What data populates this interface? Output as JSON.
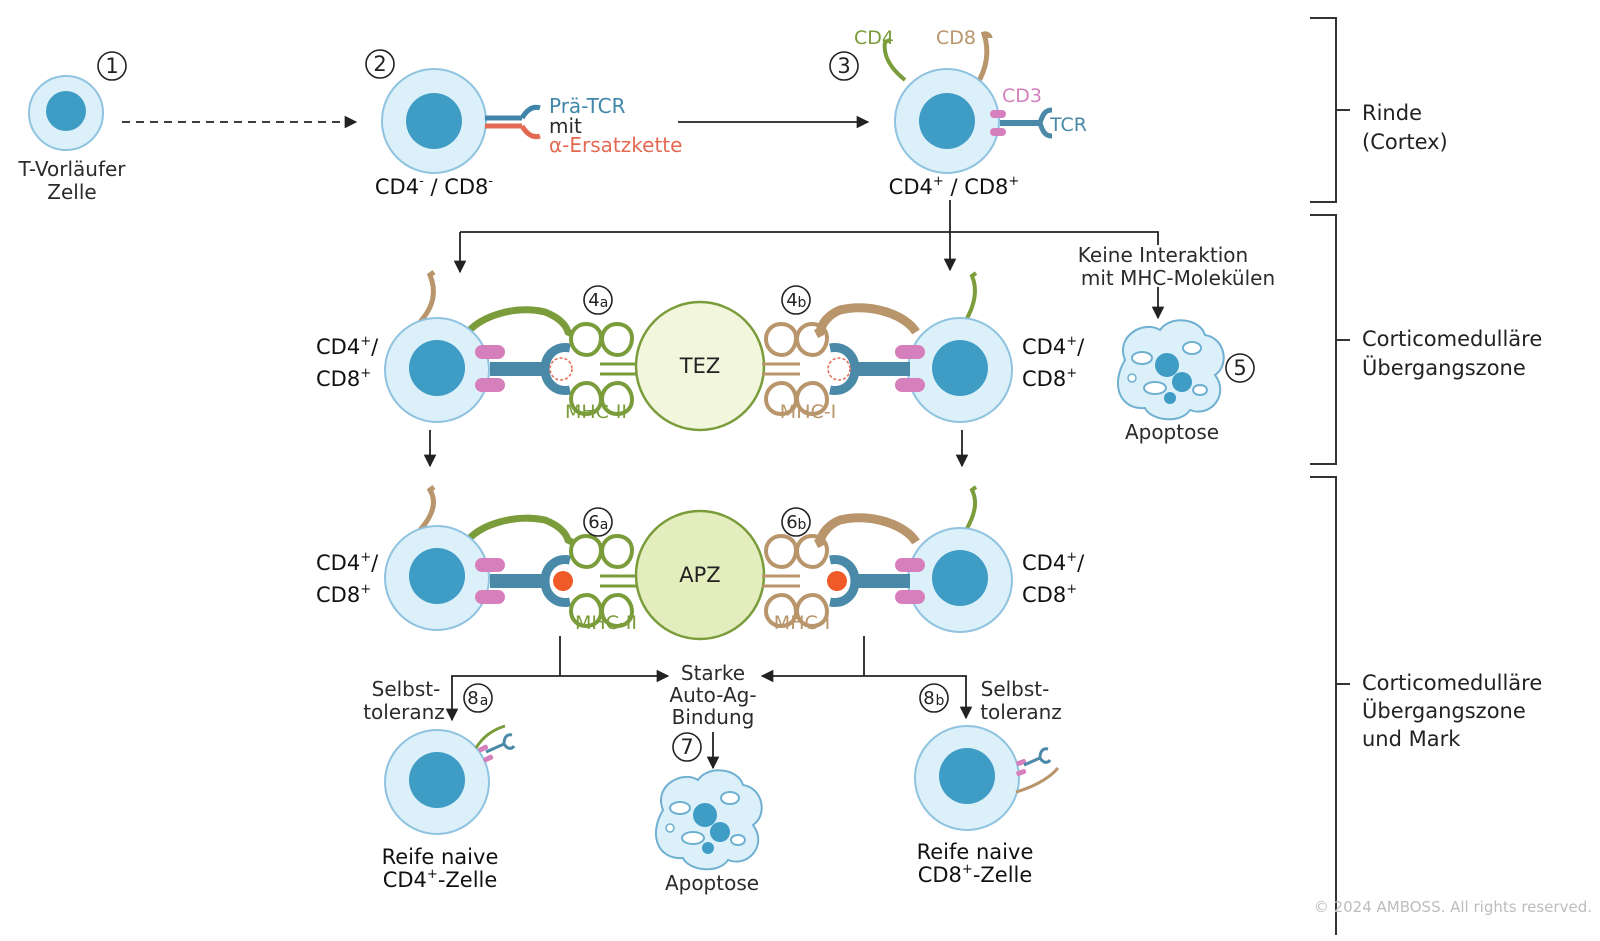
{
  "colors": {
    "cell_fill": "#dcf0fa",
    "cell_stroke": "#8fc3e0",
    "nucleus": "#3e9cc5",
    "receptor": "#4a8aa8",
    "cd3": "#d67fbd",
    "cd4": "#7a9c3a",
    "cd8": "#b8956b",
    "alpha_chain": "#e36a52",
    "pretcr": "#3f86aa",
    "tez_fill": "#f1f6dd",
    "apz_fill": "#e3edbd",
    "center_stroke": "#7a9c3a",
    "antigen": "#f05a28",
    "arrow": "#222222",
    "bracket": "#333333",
    "copyright": "#bdbdbd"
  },
  "stage1": {
    "number": "1",
    "label_line1": "T-Vorläufer",
    "label_line2": "Zelle"
  },
  "stage2": {
    "number": "2",
    "label": {
      "a": "CD4",
      "a_sup": "-",
      "sep": " / ",
      "b": "CD8",
      "b_sup": "-"
    },
    "receptor_line1": "Prä-TCR",
    "receptor_line2": "mit",
    "receptor_line3": "α-Ersatzkette"
  },
  "stage3": {
    "number": "3",
    "cd4": "CD4",
    "cd8": "CD8",
    "cd3": "CD3",
    "tcr": "TCR",
    "label": {
      "a": "CD4",
      "a_sup": "+",
      "sep": " / ",
      "b": "CD8",
      "b_sup": "+"
    }
  },
  "no_interaction": {
    "line1": "Keine Interaktion",
    "line2": "mit MHC-Molekülen",
    "number": "5",
    "apoptosis": "Apoptose"
  },
  "row4": {
    "left_num": "4",
    "left_sub": "a",
    "right_num": "4",
    "right_sub": "b",
    "center": "TEZ",
    "mhc_left": "MHC-II",
    "mhc_right": "MHC-I",
    "cell_label": {
      "a": "CD4",
      "a_sup": "+",
      "a_tail": "/",
      "b": "CD8",
      "b_sup": "+"
    }
  },
  "row6": {
    "left_num": "6",
    "left_sub": "a",
    "right_num": "6",
    "right_sub": "b",
    "center": "APZ",
    "mhc_left": "MHC-II",
    "mhc_right": "MHC-I",
    "cell_label": {
      "a": "CD4",
      "a_sup": "+",
      "a_tail": "/",
      "b": "CD8",
      "b_sup": "+"
    }
  },
  "bottom": {
    "strong_line1": "Starke",
    "strong_line2": "Auto-Ag-",
    "strong_line3": "Bindung",
    "apop_num": "7",
    "apoptosis": "Apoptose",
    "left": {
      "num": "8",
      "sub": "a",
      "tol1": "Selbst-",
      "tol2": "toleranz",
      "name1": "Reife naive",
      "name2_a": "CD4",
      "name2_sup": "+",
      "name2_b": "-Zelle"
    },
    "right": {
      "num": "8",
      "sub": "b",
      "tol1": "Selbst-",
      "tol2": "toleranz",
      "name1": "Reife naive",
      "name2_a": "CD8",
      "name2_sup": "+",
      "name2_b": "-Zelle"
    }
  },
  "zones": {
    "rinde1": "Rinde",
    "rinde2": "(Cortex)",
    "cmz1": "Corticomedulläre",
    "cmz2": "Übergangszone",
    "cmzm1": "Corticomedulläre",
    "cmzm2": "Übergangszone",
    "cmzm3": "und Mark"
  },
  "copyright": "© 2024 AMBOSS. All rights reserved."
}
